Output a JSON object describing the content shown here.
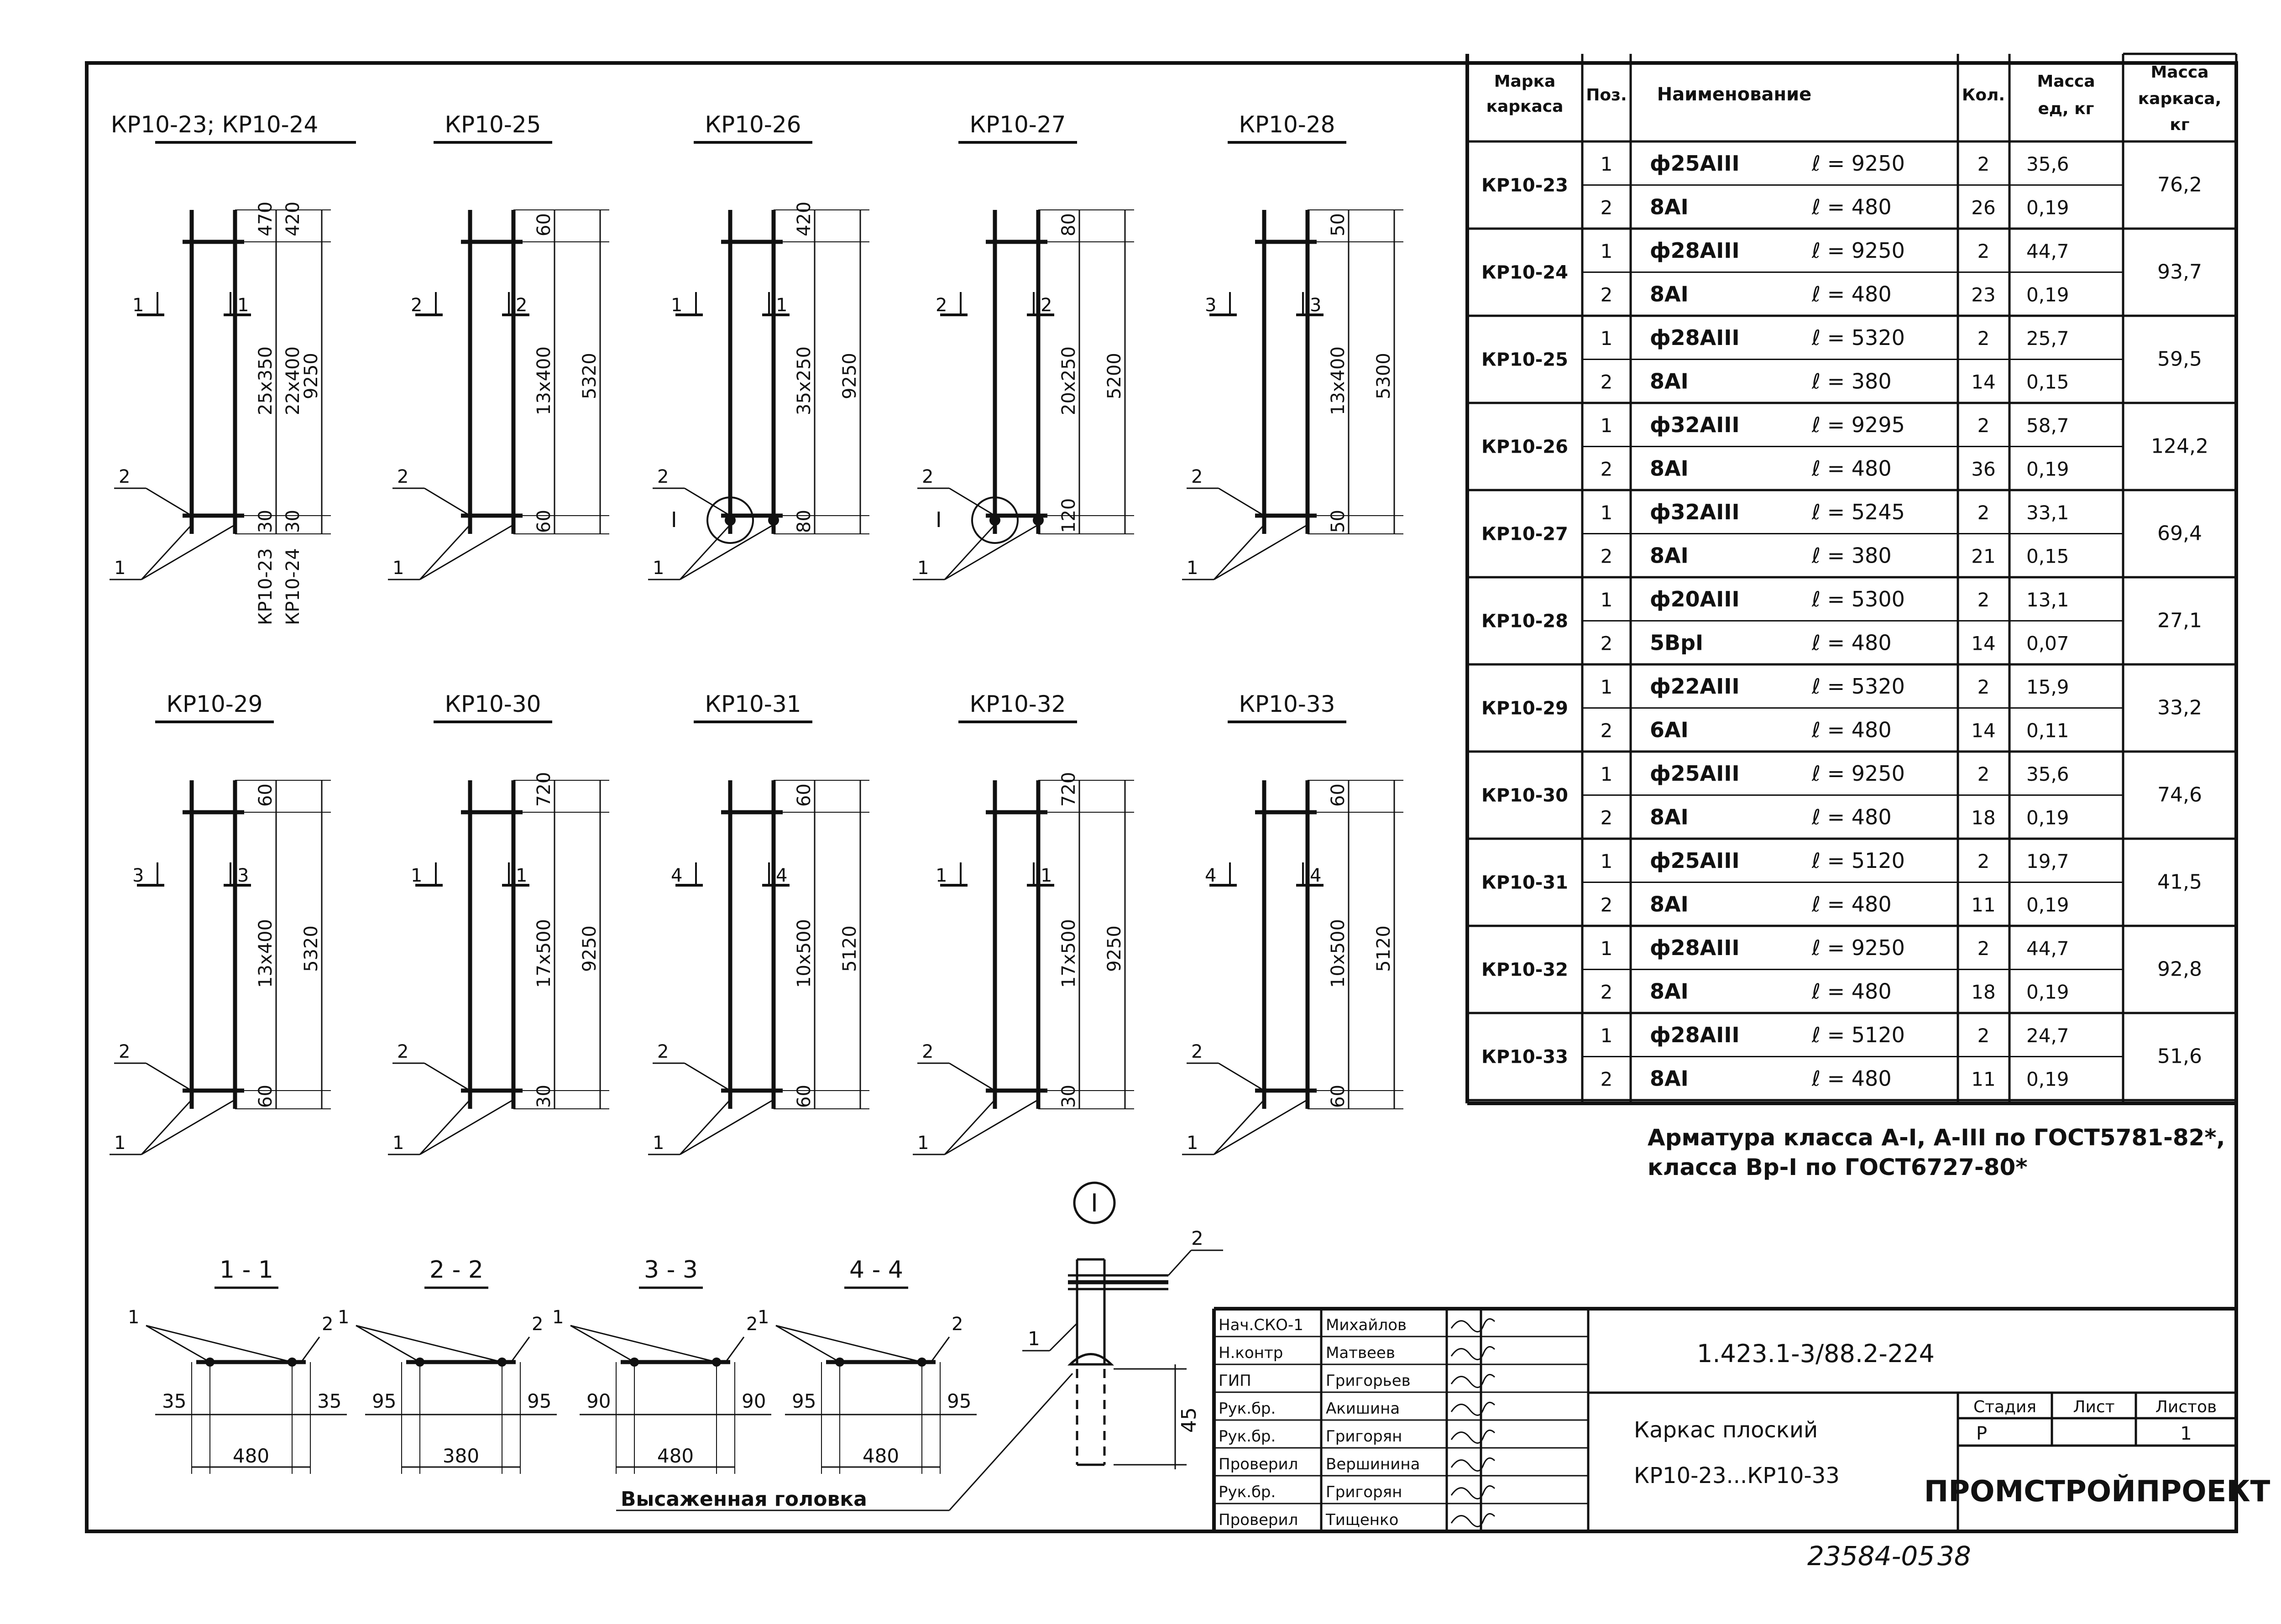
{
  "sheet": {
    "drawing_code": "1.423.1-3/88.2-224",
    "title_line1": "Каркас плоский",
    "title_line2": "КР10-23...КР10-33",
    "org": "ПРОМСТРОЙПРОЕКТ",
    "stage_head": "Стадия",
    "sheet_head": "Лист",
    "sheets_head": "Листов",
    "stage": "Р",
    "sheet_no": "",
    "sheets": "1",
    "archive_no": "23584-05",
    "archive_sub": "38",
    "note_line1": "Арматура класса А-I, А-III по ГОСТ5781-82*,",
    "note_line2": "класса Вр-I по ГОСТ6727-80*",
    "headed_label": "Высаженная головка",
    "detail_marker": "I",
    "signers": [
      {
        "role": "Нач.СКО-1",
        "name": "Михайлов"
      },
      {
        "role": "Н.контр",
        "name": "Матвеев"
      },
      {
        "role": "ГИП",
        "name": "Григорьев"
      },
      {
        "role": "Рук.бр.",
        "name": "Акишина"
      },
      {
        "role": "Рук.бр.",
        "name": "Григорян"
      },
      {
        "role": "Проверил",
        "name": "Вершинина"
      },
      {
        "role": "Рук.бр.",
        "name": "Григорян"
      },
      {
        "role": "Проверил",
        "name": "Тищенко"
      }
    ]
  },
  "table": {
    "headers": {
      "mark": [
        "Марка",
        "каркаса"
      ],
      "pos": "Поз.",
      "name": "Наименование",
      "qty": "Кол.",
      "unit_mass": [
        "Масса",
        "ед, кг"
      ],
      "frame_mass": [
        "Масса",
        "каркаса,",
        "кг"
      ]
    },
    "rows": [
      {
        "mark": "КР10-23",
        "mass": "76,2",
        "items": [
          {
            "pos": "1",
            "bar": "ф25АIII",
            "len": "ℓ = 9250",
            "qty": "2",
            "unit": "35,6"
          },
          {
            "pos": "2",
            "bar": "8АI",
            "len": "ℓ = 480",
            "qty": "26",
            "unit": "0,19"
          }
        ]
      },
      {
        "mark": "КР10-24",
        "mass": "93,7",
        "items": [
          {
            "pos": "1",
            "bar": "ф28АIII",
            "len": "ℓ = 9250",
            "qty": "2",
            "unit": "44,7"
          },
          {
            "pos": "2",
            "bar": "8АI",
            "len": "ℓ = 480",
            "qty": "23",
            "unit": "0,19"
          }
        ]
      },
      {
        "mark": "КР10-25",
        "mass": "59,5",
        "items": [
          {
            "pos": "1",
            "bar": "ф28АIII",
            "len": "ℓ = 5320",
            "qty": "2",
            "unit": "25,7"
          },
          {
            "pos": "2",
            "bar": "8АI",
            "len": "ℓ = 380",
            "qty": "14",
            "unit": "0,15"
          }
        ]
      },
      {
        "mark": "КР10-26",
        "mass": "124,2",
        "items": [
          {
            "pos": "1",
            "bar": "ф32АIII",
            "len": "ℓ = 9295",
            "qty": "2",
            "unit": "58,7"
          },
          {
            "pos": "2",
            "bar": "8АI",
            "len": "ℓ = 480",
            "qty": "36",
            "unit": "0,19"
          }
        ]
      },
      {
        "mark": "КР10-27",
        "mass": "69,4",
        "items": [
          {
            "pos": "1",
            "bar": "ф32АIII",
            "len": "ℓ = 5245",
            "qty": "2",
            "unit": "33,1"
          },
          {
            "pos": "2",
            "bar": "8АI",
            "len": "ℓ = 380",
            "qty": "21",
            "unit": "0,15"
          }
        ]
      },
      {
        "mark": "КР10-28",
        "mass": "27,1",
        "items": [
          {
            "pos": "1",
            "bar": "ф20АIII",
            "len": "ℓ = 5300",
            "qty": "2",
            "unit": "13,1"
          },
          {
            "pos": "2",
            "bar": "5ВрI",
            "len": "ℓ = 480",
            "qty": "14",
            "unit": "0,07"
          }
        ]
      },
      {
        "mark": "КР10-29",
        "mass": "33,2",
        "items": [
          {
            "pos": "1",
            "bar": "ф22АIII",
            "len": "ℓ = 5320",
            "qty": "2",
            "unit": "15,9"
          },
          {
            "pos": "2",
            "bar": "6АI",
            "len": "ℓ = 480",
            "qty": "14",
            "unit": "0,11"
          }
        ]
      },
      {
        "mark": "КР10-30",
        "mass": "74,6",
        "items": [
          {
            "pos": "1",
            "bar": "ф25АIII",
            "len": "ℓ = 9250",
            "qty": "2",
            "unit": "35,6"
          },
          {
            "pos": "2",
            "bar": "8АI",
            "len": "ℓ = 480",
            "qty": "18",
            "unit": "0,19"
          }
        ]
      },
      {
        "mark": "КР10-31",
        "mass": "41,5",
        "items": [
          {
            "pos": "1",
            "bar": "ф25АIII",
            "len": "ℓ = 5120",
            "qty": "2",
            "unit": "19,7"
          },
          {
            "pos": "2",
            "bar": "8АI",
            "len": "ℓ = 480",
            "qty": "11",
            "unit": "0,19"
          }
        ]
      },
      {
        "mark": "КР10-32",
        "mass": "92,8",
        "items": [
          {
            "pos": "1",
            "bar": "ф28АIII",
            "len": "ℓ = 9250",
            "qty": "2",
            "unit": "44,7"
          },
          {
            "pos": "2",
            "bar": "8АI",
            "len": "ℓ = 480",
            "qty": "18",
            "unit": "0,19"
          }
        ]
      },
      {
        "mark": "КР10-33",
        "mass": "51,6",
        "items": [
          {
            "pos": "1",
            "bar": "ф28АIII",
            "len": "ℓ = 5120",
            "qty": "2",
            "unit": "24,7"
          },
          {
            "pos": "2",
            "bar": "8АI",
            "len": "ℓ = 480",
            "qty": "11",
            "unit": "0,19"
          }
        ]
      }
    ]
  },
  "frames": [
    {
      "title": "КР10-23; КР10-24",
      "top": "470",
      "top2": "420",
      "pitch": "25x350",
      "pitch2": "22x400",
      "total": "9250",
      "bot": "30",
      "bot2": "30",
      "sec": "1",
      "variant_a": "КР10-23",
      "variant_b": "КР10-24"
    },
    {
      "title": "КР10-25",
      "top": "60",
      "pitch": "13x400",
      "total": "5320",
      "bot": "60",
      "sec": "2"
    },
    {
      "title": "КР10-26",
      "top": "420",
      "pitch": "35x250",
      "total": "9250",
      "bot": "80",
      "sec": "1",
      "detail": "I"
    },
    {
      "title": "КР10-27",
      "top": "80",
      "pitch": "20x250",
      "total": "5200",
      "bot": "120",
      "sec": "2",
      "detail": "I"
    },
    {
      "title": "КР10-28",
      "top": "50",
      "pitch": "13x400",
      "total": "5300",
      "bot": "50",
      "sec": "3"
    },
    {
      "title": "КР10-29",
      "top": "60",
      "pitch": "13x400",
      "total": "5320",
      "bot": "60",
      "sec": "3"
    },
    {
      "title": "КР10-30",
      "top": "720",
      "pitch": "17x500",
      "total": "9250",
      "bot": "30",
      "sec": "1"
    },
    {
      "title": "КР10-31",
      "top": "60",
      "pitch": "10x500",
      "total": "5120",
      "bot": "60",
      "sec": "4"
    },
    {
      "title": "КР10-32",
      "top": "720",
      "pitch": "17x500",
      "total": "9250",
      "bot": "30",
      "sec": "1"
    },
    {
      "title": "КР10-33",
      "top": "60",
      "pitch": "10x500",
      "total": "5120",
      "bot": "60",
      "sec": "4"
    }
  ],
  "sections": [
    {
      "title": "1 - 1",
      "edge": "35",
      "total": "480"
    },
    {
      "title": "2 - 2",
      "edge": "95",
      "total": "380"
    },
    {
      "title": "3 - 3",
      "edge": "90",
      "total": "480"
    },
    {
      "title": "4 - 4",
      "edge": "95",
      "total": "480"
    }
  ],
  "detail_dim": "45",
  "pos_labels": {
    "p1": "1",
    "p2": "2"
  }
}
